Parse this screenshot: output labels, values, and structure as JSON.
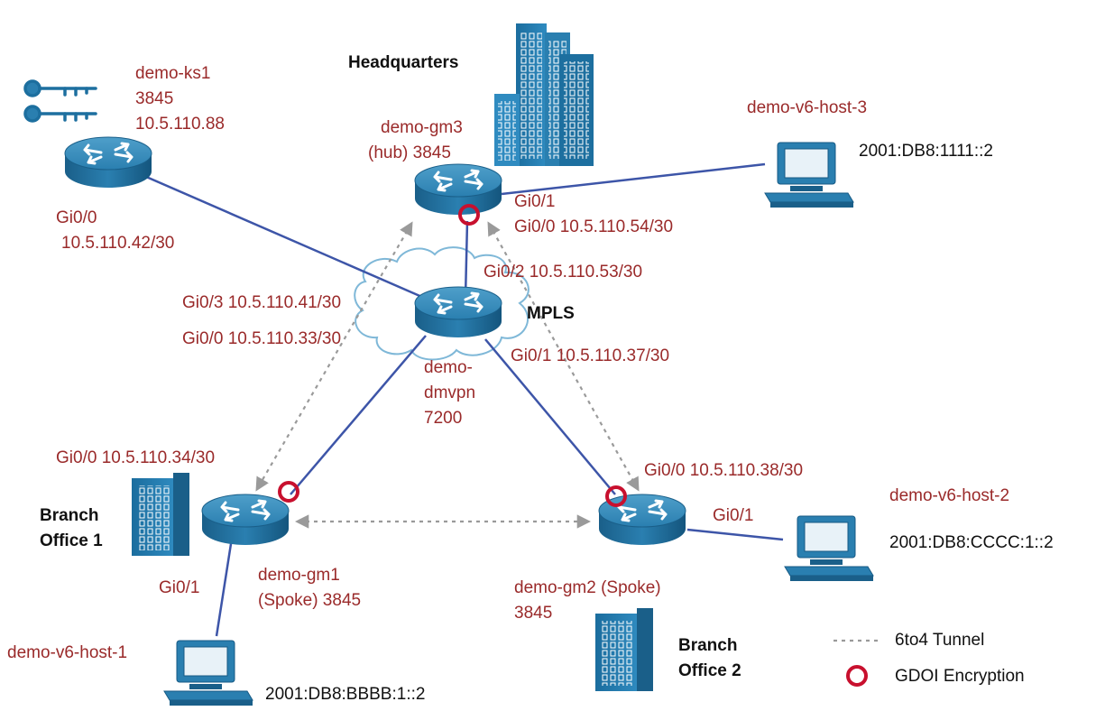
{
  "colors": {
    "device_blue": "#1d6f9f",
    "link_blue": "#3d55a8",
    "label_red": "#9a2a2a",
    "tunnel_gray": "#9a9a9a",
    "encryption_red": "#c8102e"
  },
  "devices": {
    "ks1": {
      "name": "demo-ks1",
      "model": "3845",
      "ip": "10.5.110.88",
      "gi00": "Gi0/0",
      "gi00_ip": "10.5.110.42/30",
      "icon": "router-icon",
      "key_icon": "key-icon"
    },
    "gm3": {
      "line1": "demo-gm3",
      "line2": "(hub) 3845",
      "gi01": "Gi0/1",
      "gi00": "Gi0/0 10.5.110.54/30",
      "icon": "router-icon"
    },
    "hq": {
      "label": "Headquarters",
      "icon": "office-building-icon"
    },
    "mpls": {
      "label": "MPLS",
      "gi02": "Gi0/2 10.5.110.53/30",
      "gi03": "Gi0/3  10.5.110.41/30",
      "gi00": "Gi0/0 10.5.110.33/30",
      "gi01": "Gi0/1 10.5.110.37/30",
      "name_line1": "demo-",
      "name_line2": "dmvpn",
      "name_line3": "7200",
      "icon": "cloud-icon"
    },
    "gm1": {
      "gi00": "Gi0/0 10.5.110.34/30",
      "gi01": "Gi0/1",
      "line1": "demo-gm1",
      "line2": "(Spoke)  3845",
      "icon": "router-icon"
    },
    "gm2": {
      "gi00": "Gi0/0 10.5.110.38/30",
      "gi01": "Gi0/1",
      "line1": "demo-gm2 (Spoke)",
      "line2": "3845",
      "icon": "router-icon"
    },
    "branch1": {
      "line1": "Branch",
      "line2": "Office 1",
      "icon": "office-building-icon"
    },
    "branch2": {
      "line1": "Branch",
      "line2": "Office 2",
      "icon": "office-building-icon"
    },
    "host1": {
      "name": "demo-v6-host-1",
      "ip": "2001:DB8:BBBB:1::2",
      "icon": "computer-icon"
    },
    "host2": {
      "name": "demo-v6-host-2",
      "ip": "2001:DB8:CCCC:1::2",
      "icon": "computer-icon"
    },
    "host3": {
      "name": "demo-v6-host-3",
      "ip": "2001:DB8:1111::2",
      "icon": "computer-icon"
    }
  },
  "legend": {
    "tunnel": "6to4 Tunnel",
    "encryption": "GDOI  Encryption"
  }
}
